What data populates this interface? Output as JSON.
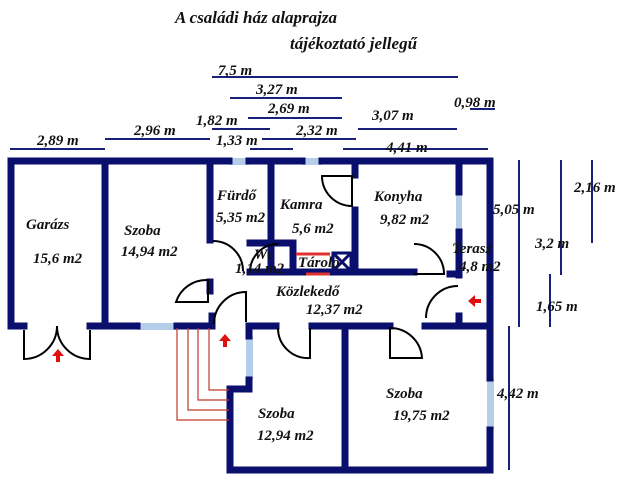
{
  "title": "A családi ház alaprajza",
  "subtitle": "tájékoztató jellegű",
  "colors": {
    "wall": "#0a0f6e",
    "window": "#b4cde8",
    "stairs": "#c0392b",
    "arrow": "#e01010",
    "door": "#000000",
    "dim_line": "#1a1f7a"
  },
  "dimensions": {
    "d_7_5": "7,5 m",
    "d_3_27": "3,27 m",
    "d_0_98": "0,98 m",
    "d_2_69": "2,69 m",
    "d_1_82": "1,82 m",
    "d_3_07": "3,07 m",
    "d_2_96": "2,96 m",
    "d_2_32": "2,32 m",
    "d_2_89": "2,89 m",
    "d_1_33": "1,33 m",
    "d_4_41": "4,41 m",
    "d_2_16": "2,16 m",
    "d_5_05": "5,05 m",
    "d_3_2": "3,2 m",
    "d_1_65": "1,65 m",
    "d_4_42": "4,42 m"
  },
  "rooms": [
    {
      "name": "Garázs",
      "area": "15,6 m2"
    },
    {
      "name": "Szoba",
      "area": "14,94 m2"
    },
    {
      "name": "Fürdő",
      "area": "5,35 m2"
    },
    {
      "name": "Kamra",
      "area": "5,6 m2"
    },
    {
      "name": "Konyha",
      "area": "9,82 m2"
    },
    {
      "name": "Wc",
      "area": "1,14 m2"
    },
    {
      "name": "Tároló",
      "area": ""
    },
    {
      "name": "Terasz",
      "area": "4,8 m2"
    },
    {
      "name": "Közlekedő",
      "area": "12,37 m2"
    },
    {
      "name": "Szoba",
      "area": "12,94 m2"
    },
    {
      "name": "Szoba",
      "area": "19,75 m2"
    }
  ]
}
